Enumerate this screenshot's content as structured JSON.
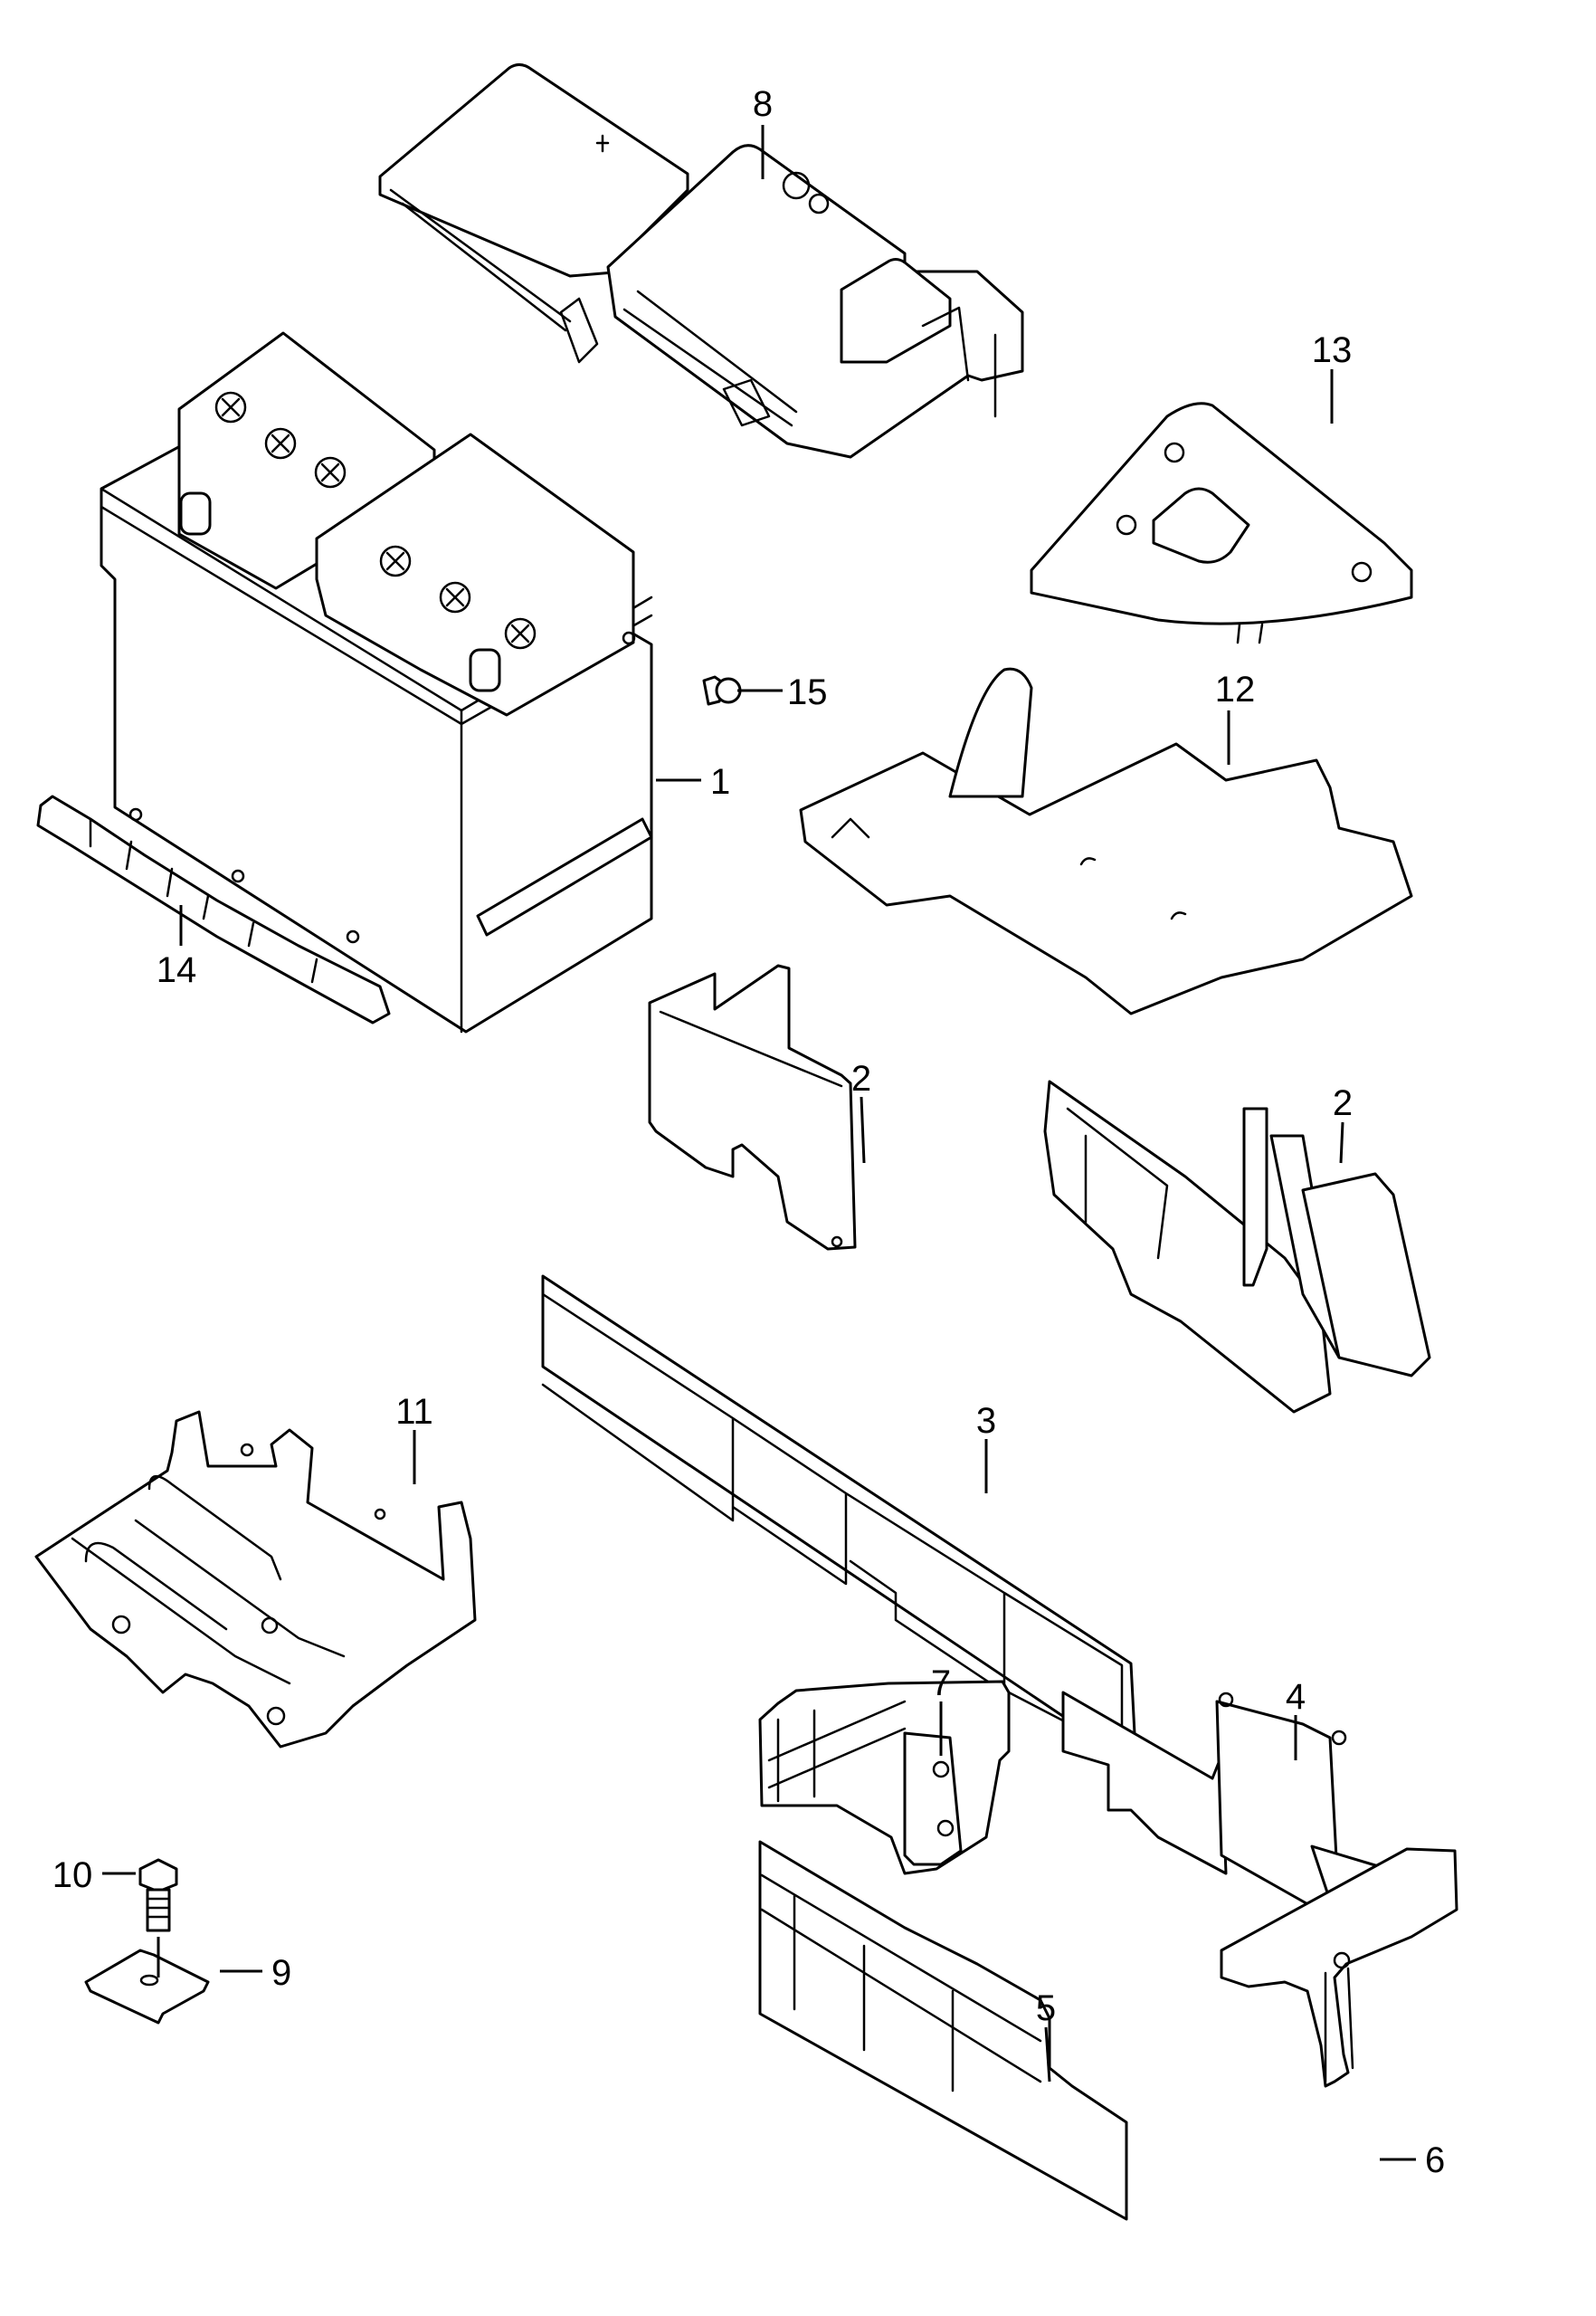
{
  "diagram": {
    "type": "exploded-parts-diagram",
    "subject": "battery and battery tray assembly",
    "background": "#ffffff",
    "line_color": "#000000",
    "callouts": [
      {
        "id": "callout-1",
        "label": "1",
        "part": "battery"
      },
      {
        "id": "callout-2a",
        "label": "2",
        "part": "battery side cover"
      },
      {
        "id": "callout-2b",
        "label": "2",
        "part": "battery side cover"
      },
      {
        "id": "callout-3",
        "label": "3",
        "part": "battery front insulation panel"
      },
      {
        "id": "callout-4",
        "label": "4",
        "part": "battery cover panel"
      },
      {
        "id": "callout-5",
        "label": "5",
        "part": "battery insulation panel"
      },
      {
        "id": "callout-6",
        "label": "6",
        "part": "battery cover frame"
      },
      {
        "id": "callout-7",
        "label": "7",
        "part": "battery side panel"
      },
      {
        "id": "callout-8",
        "label": "8",
        "part": "fuse holder / terminal cover"
      },
      {
        "id": "callout-9",
        "label": "9",
        "part": "clamping plate"
      },
      {
        "id": "callout-10",
        "label": "10",
        "part": "hex bolt"
      },
      {
        "id": "callout-11",
        "label": "11",
        "part": "battery tray"
      },
      {
        "id": "callout-12",
        "label": "12",
        "part": "battery carrier plate"
      },
      {
        "id": "callout-13",
        "label": "13",
        "part": "cover cap"
      },
      {
        "id": "callout-14",
        "label": "14",
        "part": "retaining strip"
      },
      {
        "id": "callout-15",
        "label": "15",
        "part": "plug"
      }
    ]
  }
}
